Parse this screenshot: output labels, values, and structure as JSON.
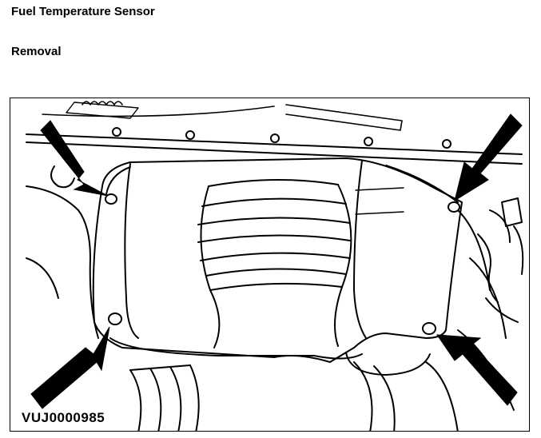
{
  "document": {
    "title": "Fuel Temperature Sensor",
    "section": "Removal"
  },
  "figure": {
    "code": "VUJ0000985",
    "line_color": "#000000",
    "fill_color": "#ffffff",
    "callouts": [
      {
        "name": "arrow-top-left",
        "icon": "arrow-icon"
      },
      {
        "name": "arrow-top-right",
        "icon": "arrow-icon"
      },
      {
        "name": "arrow-bottom-left",
        "icon": "arrow-icon"
      },
      {
        "name": "arrow-bottom-right",
        "icon": "arrow-icon"
      }
    ]
  }
}
